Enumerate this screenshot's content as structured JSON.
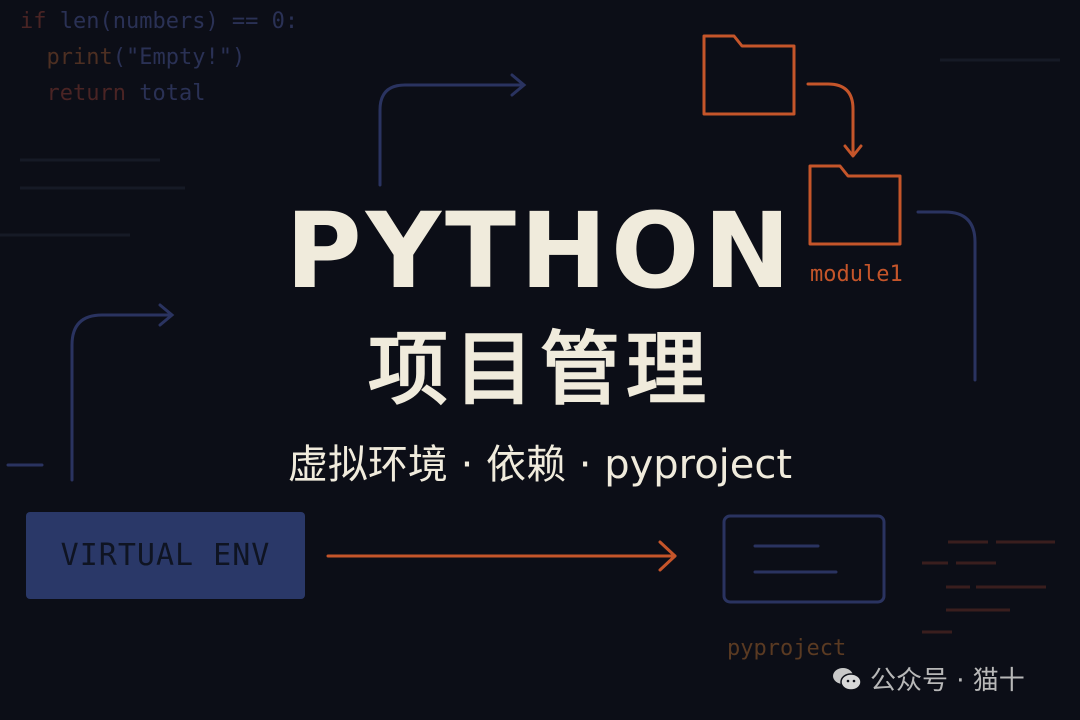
{
  "code": {
    "line1_kw": "if",
    "line1_rest": " len(numbers) == 0:",
    "line2_fn": "print",
    "line2_rest": "(\"Empty!\")",
    "line3_kw": "return",
    "line3_rest": " total"
  },
  "title": "PYTHON",
  "subtitle": "项目管理",
  "tagline": "虚拟环境 · 依赖 · pyproject",
  "virtual_env_label": "VIRTUAL ENV",
  "module_label": "module1",
  "pyproject_label": "pyproject",
  "watermark": "公众号 · 猫十",
  "colors": {
    "background": "#0c0e17",
    "title": "#f0ebdc",
    "accent_orange": "#c5552a",
    "accent_blue": "#2a3868"
  }
}
